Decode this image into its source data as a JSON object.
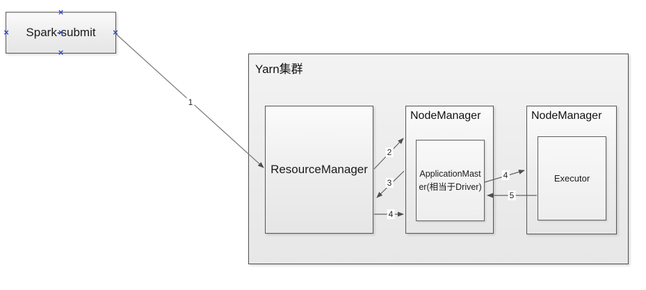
{
  "nodes": {
    "spark_submit": {
      "label": "Spark-submit"
    },
    "yarn_cluster": {
      "label": "Yarn集群"
    },
    "resource_manager": {
      "label": "ResourceManager"
    },
    "node_manager_1": {
      "label": "NodeManager"
    },
    "application_master": {
      "label_line1": "ApplicationMast",
      "label_line2": "er(相当于Driver)"
    },
    "node_manager_2": {
      "label": "NodeManager"
    },
    "executor": {
      "label": "Executor"
    }
  },
  "edges": [
    {
      "label": "1",
      "from": "Spark-submit",
      "to": "ResourceManager"
    },
    {
      "label": "2",
      "from": "ResourceManager",
      "to": "NodeManager-1"
    },
    {
      "label": "3",
      "from": "NodeManager-1",
      "to": "ResourceManager"
    },
    {
      "label": "4",
      "from": "ResourceManager",
      "to": "NodeManager-1"
    },
    {
      "label": "4",
      "from": "ApplicationMaster",
      "to": "NodeManager-2"
    },
    {
      "label": "5",
      "from": "Executor",
      "to": "ApplicationMaster"
    }
  ],
  "selection": {
    "handle_glyph": "×",
    "handle_color": "#2b46c8",
    "selected_node": "Spark-submit"
  },
  "colors": {
    "canvas_bg": "#ffffff",
    "box_border": "#545454",
    "box_fill_top": "#fbfbfb",
    "box_fill_bottom": "#e6e6e6",
    "container_fill": "#ececec",
    "arrow_line": "#6e6e6e",
    "arrowhead": "#4f4f4f",
    "text": "#1a1a1a"
  }
}
